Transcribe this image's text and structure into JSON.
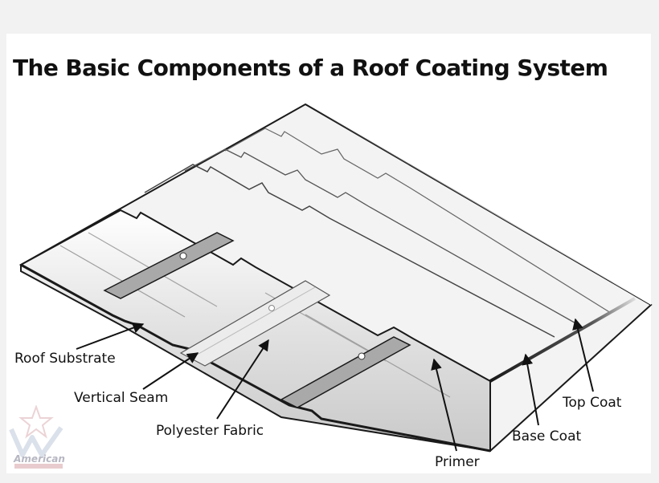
{
  "title": "The Basic Components of a Roof Coating System",
  "labels": {
    "roof_substrate": "Roof Substrate",
    "vertical_seam": "Vertical Seam",
    "polyester_fabric": "Polyester Fabric",
    "primer": "Primer",
    "base_coat": "Base Coat",
    "top_coat": "Top Coat"
  },
  "logo": {
    "text": "American"
  },
  "colors": {
    "outline": "#1a1a1a",
    "metal_light": "#f7f7f7",
    "metal_dark": "#bdbdbd",
    "seam_strip": "#9a9a9a",
    "background": "#f2f2f2"
  }
}
